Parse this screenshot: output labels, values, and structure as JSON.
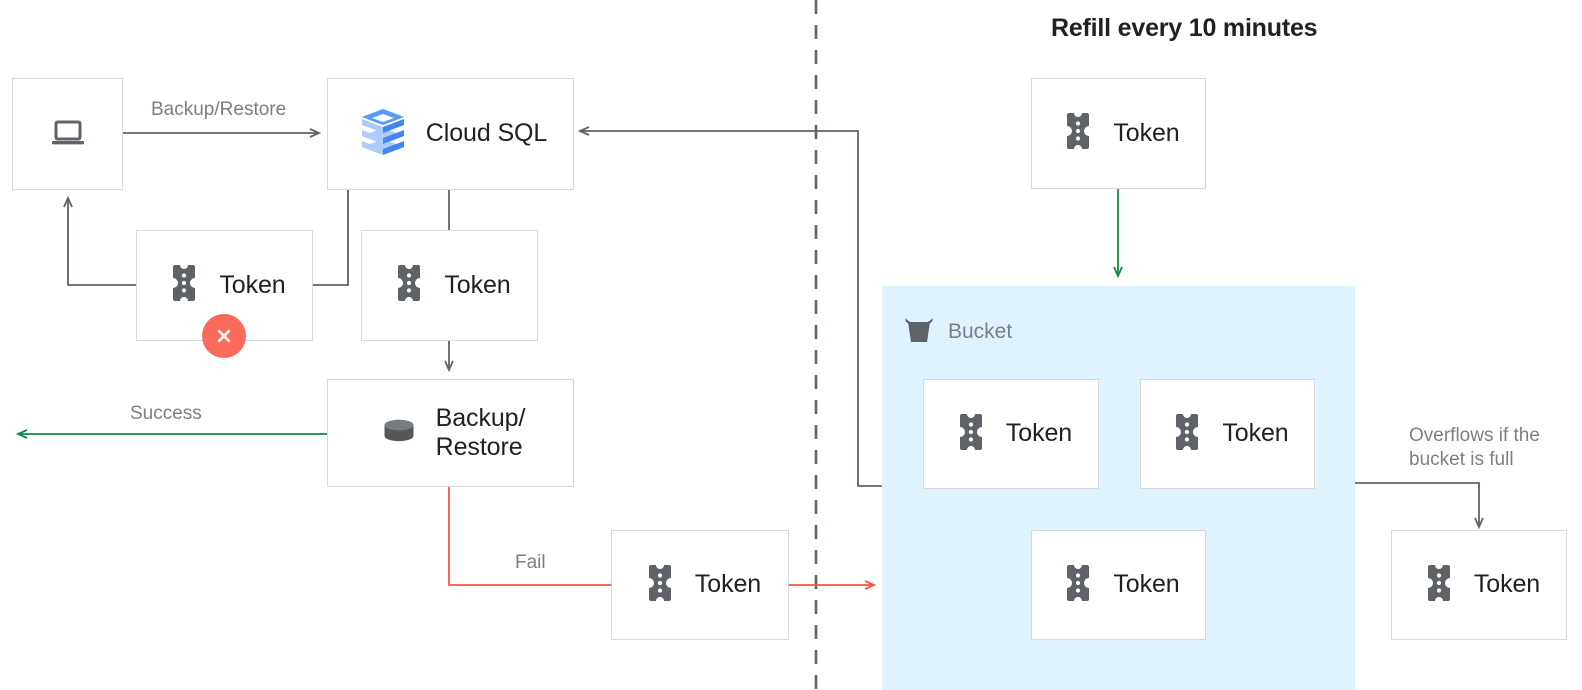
{
  "diagram": {
    "title_right": "Refill every 10 minutes",
    "colors": {
      "box_border": "#d8d8d8",
      "text_primary": "#202124",
      "text_muted": "#7b7f85",
      "arrow_gray": "#5f6368",
      "arrow_green": "#128c43",
      "arrow_red": "#fa5343",
      "bucket_fill": "#def3fd",
      "token_icon": "#5f6368",
      "fail_badge": "#f96a5a",
      "cloudsql_blue_dark": "#4285f4",
      "cloudsql_blue_mid": "#7baaf7",
      "cloudsql_blue_light": "#aecbfa"
    },
    "nodes": [
      {
        "id": "client",
        "label": "",
        "icon": "laptop-icon"
      },
      {
        "id": "cloud-sql",
        "label": "Cloud SQL",
        "icon": "cloud-sql-icon"
      },
      {
        "id": "token-consumed",
        "label": "Token",
        "icon": "token-icon",
        "badge": "fail-badge"
      },
      {
        "id": "token-request",
        "label": "Token",
        "icon": "token-icon"
      },
      {
        "id": "backup-restore",
        "label": "Backup/\nRestore",
        "icon": "database-icon"
      },
      {
        "id": "token-fail",
        "label": "Token",
        "icon": "token-icon"
      },
      {
        "id": "token-refill",
        "label": "Token",
        "icon": "token-icon"
      },
      {
        "id": "token-bucket-1",
        "label": "Token",
        "icon": "token-icon"
      },
      {
        "id": "token-bucket-2",
        "label": "Token",
        "icon": "token-icon"
      },
      {
        "id": "token-bucket-3",
        "label": "Token",
        "icon": "token-icon"
      },
      {
        "id": "token-overflow",
        "label": "Token",
        "icon": "token-icon"
      }
    ],
    "bucket": {
      "label": "Bucket",
      "icon": "bucket-icon"
    },
    "edge_labels": {
      "backup_restore": "Backup/Restore",
      "success": "Success",
      "fail": "Fail",
      "overflow": "Overflows if the\nbucket is full"
    }
  }
}
